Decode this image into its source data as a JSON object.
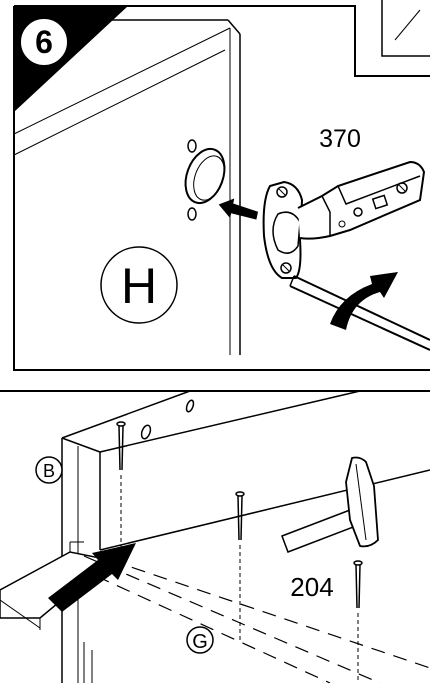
{
  "step": {
    "number": "6"
  },
  "top_panel": {
    "part_label": "H",
    "hinge_code": "370"
  },
  "bottom_panel": {
    "side_label": "B",
    "shelf_label": "G",
    "nail_code": "204"
  },
  "colors": {
    "ink": "#000000",
    "paper": "#ffffff"
  }
}
